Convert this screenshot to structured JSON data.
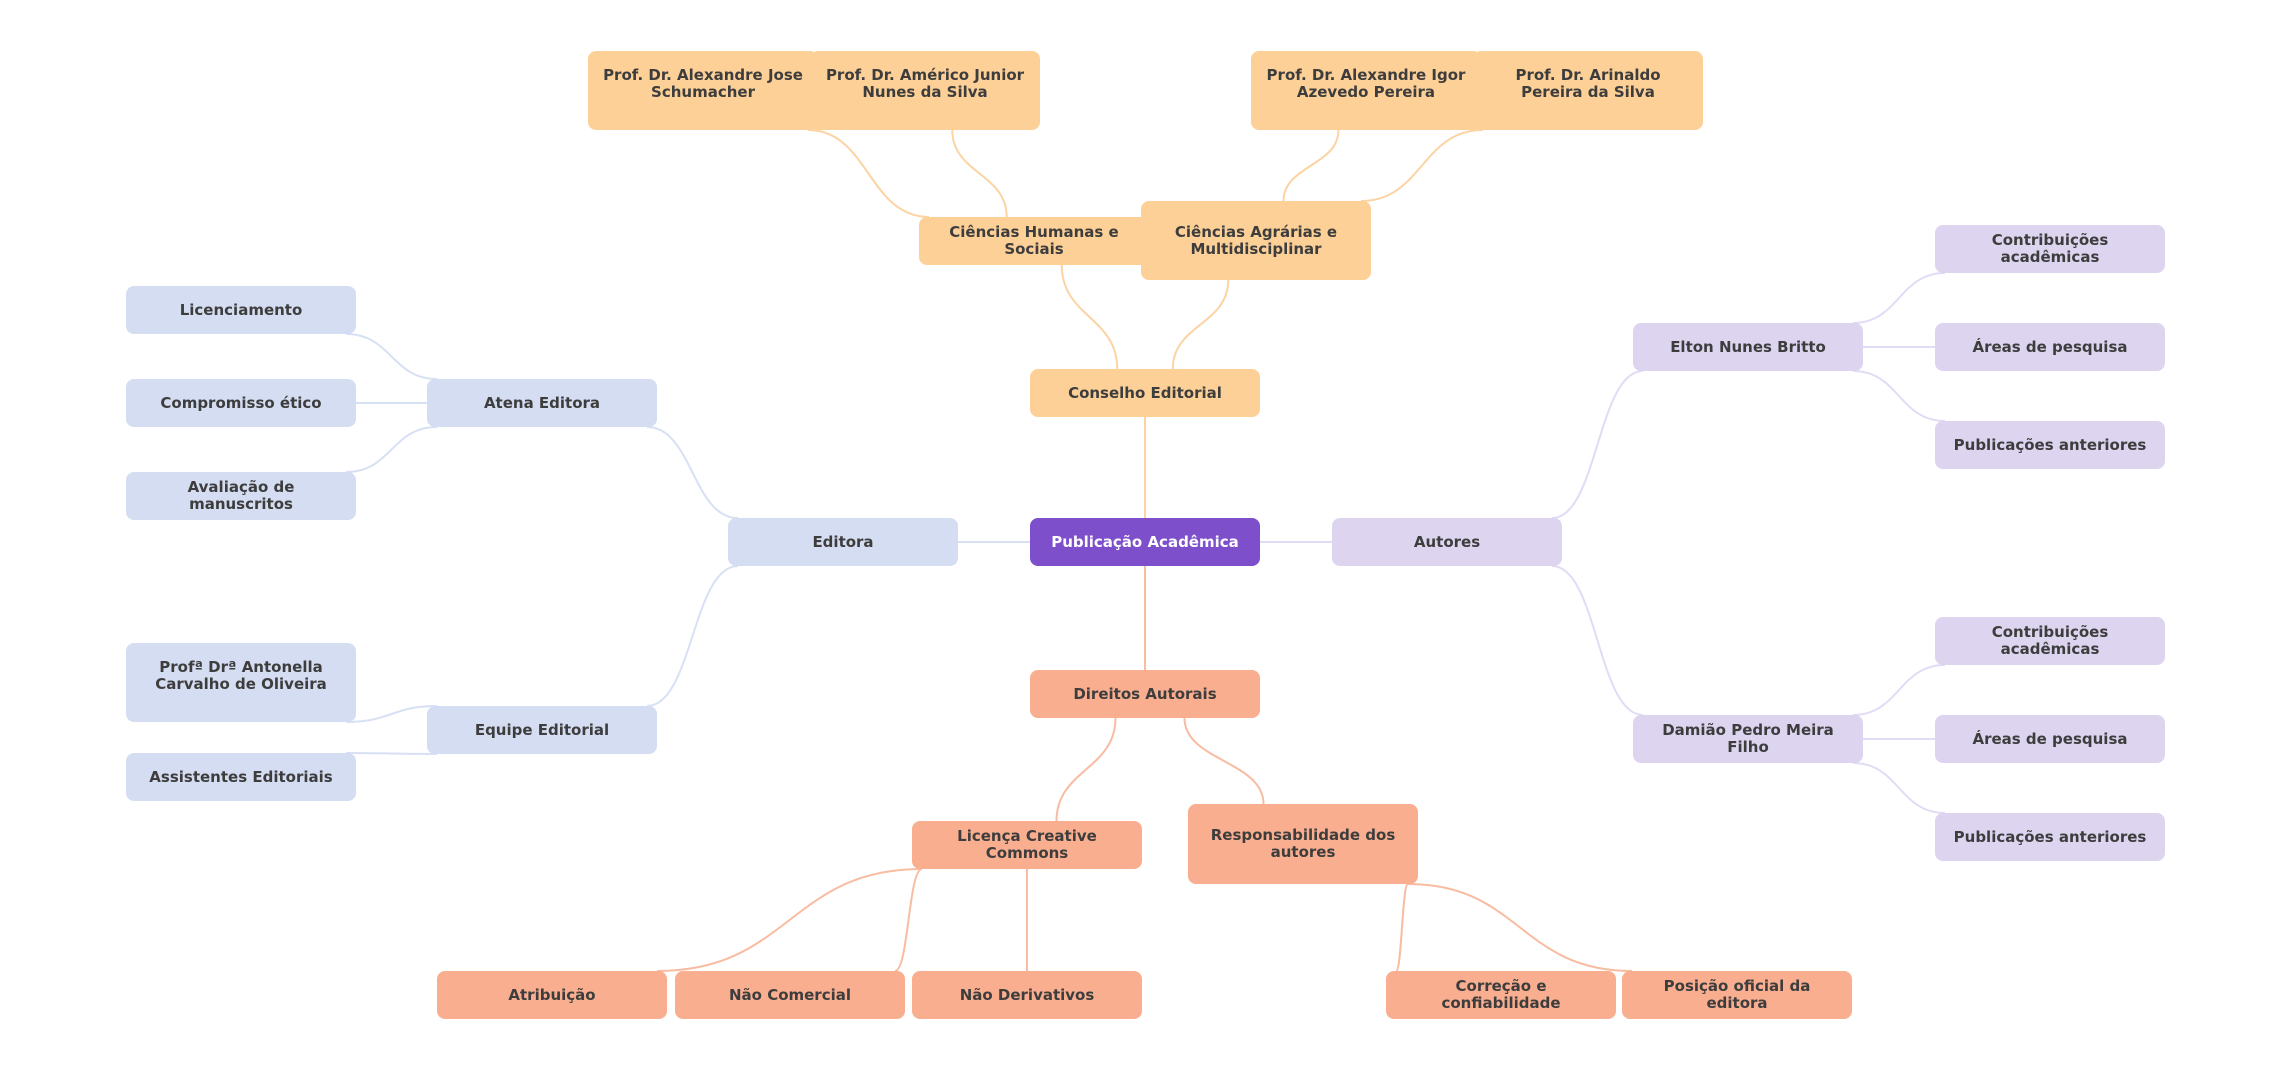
{
  "title": "Publicação Acadêmica",
  "colors": {
    "root": "#7e4fcb",
    "editora": "#d5ddf2",
    "autores": "#ddd4f0",
    "conselho": "#fdd097",
    "direitos": "#f9ae8f",
    "text": "#3d3d3d",
    "edge_editora": "#d8e0f4",
    "edge_autores": "#e2dbf5",
    "edge_conselho": "#fcd3a3",
    "edge_direitos": "#f8bca2"
  },
  "nodes": [
    {
      "id": "root",
      "label": "Publicação Acadêmica",
      "branch": "root",
      "parent": null
    },
    {
      "id": "editora",
      "label": "Editora",
      "branch": "editora",
      "parent": "root"
    },
    {
      "id": "atena",
      "label": "Atena Editora",
      "branch": "editora",
      "parent": "editora"
    },
    {
      "id": "licenciamento",
      "label": "Licenciamento",
      "branch": "editora",
      "parent": "atena"
    },
    {
      "id": "compromisso",
      "label": "Compromisso ético",
      "branch": "editora",
      "parent": "atena"
    },
    {
      "id": "avaliacao",
      "label": "Avaliação de manuscritos",
      "branch": "editora",
      "parent": "atena"
    },
    {
      "id": "equipe",
      "label": "Equipe Editorial",
      "branch": "editora",
      "parent": "editora"
    },
    {
      "id": "antonella",
      "label": "Profª Drª Antonella Carvalho de Oliveira",
      "branch": "editora",
      "parent": "equipe"
    },
    {
      "id": "assistentes",
      "label": "Assistentes Editoriais",
      "branch": "editora",
      "parent": "equipe"
    },
    {
      "id": "autores",
      "label": "Autores",
      "branch": "autores",
      "parent": "root"
    },
    {
      "id": "elton",
      "label": "Elton Nunes Britto",
      "branch": "autores",
      "parent": "autores"
    },
    {
      "id": "elton_contrib",
      "label": "Contribuições acadêmicas",
      "branch": "autores",
      "parent": "elton"
    },
    {
      "id": "elton_areas",
      "label": "Áreas de pesquisa",
      "branch": "autores",
      "parent": "elton"
    },
    {
      "id": "elton_pubs",
      "label": "Publicações anteriores",
      "branch": "autores",
      "parent": "elton"
    },
    {
      "id": "damiao",
      "label": "Damião Pedro Meira Filho",
      "branch": "autores",
      "parent": "autores"
    },
    {
      "id": "damiao_contrib",
      "label": "Contribuições acadêmicas",
      "branch": "autores",
      "parent": "damiao"
    },
    {
      "id": "damiao_areas",
      "label": "Áreas de pesquisa",
      "branch": "autores",
      "parent": "damiao"
    },
    {
      "id": "damiao_pubs",
      "label": "Publicações anteriores",
      "branch": "autores",
      "parent": "damiao"
    },
    {
      "id": "conselho",
      "label": "Conselho Editorial",
      "branch": "conselho",
      "parent": "root"
    },
    {
      "id": "humanas",
      "label": "Ciências Humanas e Sociais",
      "branch": "conselho",
      "parent": "conselho"
    },
    {
      "id": "jose",
      "label": "Prof. Dr. Alexandre Jose Schumacher",
      "branch": "conselho",
      "parent": "humanas"
    },
    {
      "id": "americo",
      "label": "Prof. Dr. Américo Junior Nunes da Silva",
      "branch": "conselho",
      "parent": "humanas"
    },
    {
      "id": "agrarias",
      "label": "Ciências Agrárias e Multidisciplinar",
      "branch": "conselho",
      "parent": "conselho"
    },
    {
      "id": "igor",
      "label": "Prof. Dr. Alexandre Igor Azevedo Pereira",
      "branch": "conselho",
      "parent": "agrarias"
    },
    {
      "id": "arinaldo",
      "label": "Prof. Dr. Arinaldo Pereira da Silva",
      "branch": "conselho",
      "parent": "agrarias"
    },
    {
      "id": "direitos",
      "label": "Direitos Autorais",
      "branch": "direitos",
      "parent": "root"
    },
    {
      "id": "licenca",
      "label": "Licença Creative Commons",
      "branch": "direitos",
      "parent": "direitos"
    },
    {
      "id": "atribuicao",
      "label": "Atribuição",
      "branch": "direitos",
      "parent": "licenca"
    },
    {
      "id": "nao_comercial",
      "label": "Não Comercial",
      "branch": "direitos",
      "parent": "licenca"
    },
    {
      "id": "nao_derivativos",
      "label": "Não Derivativos",
      "branch": "direitos",
      "parent": "licenca"
    },
    {
      "id": "responsabilidade",
      "label": "Responsabilidade dos autores",
      "branch": "direitos",
      "parent": "direitos"
    },
    {
      "id": "correcao",
      "label": "Correção e confiabilidade",
      "branch": "direitos",
      "parent": "responsabilidade"
    },
    {
      "id": "posicao",
      "label": "Posição oficial da editora",
      "branch": "direitos",
      "parent": "responsabilidade"
    }
  ]
}
